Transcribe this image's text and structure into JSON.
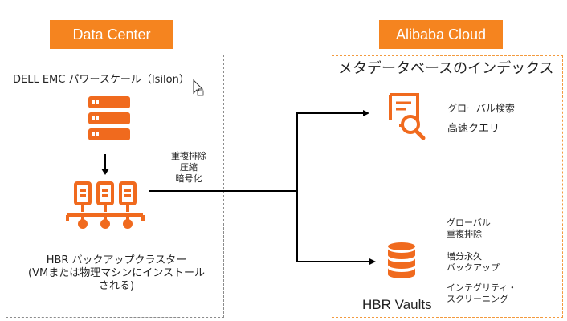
{
  "data_center": {
    "title": "Data Center",
    "source_label": "DELL EMC パワースケール（Isilon）",
    "operations": [
      "重複排除",
      "圧縮",
      "暗号化"
    ],
    "cluster_label_lines": [
      "HBR バックアップクラスター",
      "(VMまたは物理マシンにインストール",
      "される)"
    ]
  },
  "alibaba_cloud": {
    "title": "Alibaba Cloud",
    "meta_title": "メタデータベースのインデックス",
    "search": {
      "line1": "グローバル検索",
      "line2": "高速クエリ"
    },
    "features": [
      [
        "グローバル",
        "重複排除"
      ],
      [
        "増分永久",
        "バックアップ"
      ],
      [
        "インテグリティ・",
        "スクリーニング"
      ]
    ],
    "vaults_label": "HBR Vaults"
  },
  "colors": {
    "accent": "#f5841f",
    "header_text": "#ffffff",
    "line": "#000000",
    "dc_border": "#8c8c8c",
    "cloud_border": "#f39a3e"
  }
}
